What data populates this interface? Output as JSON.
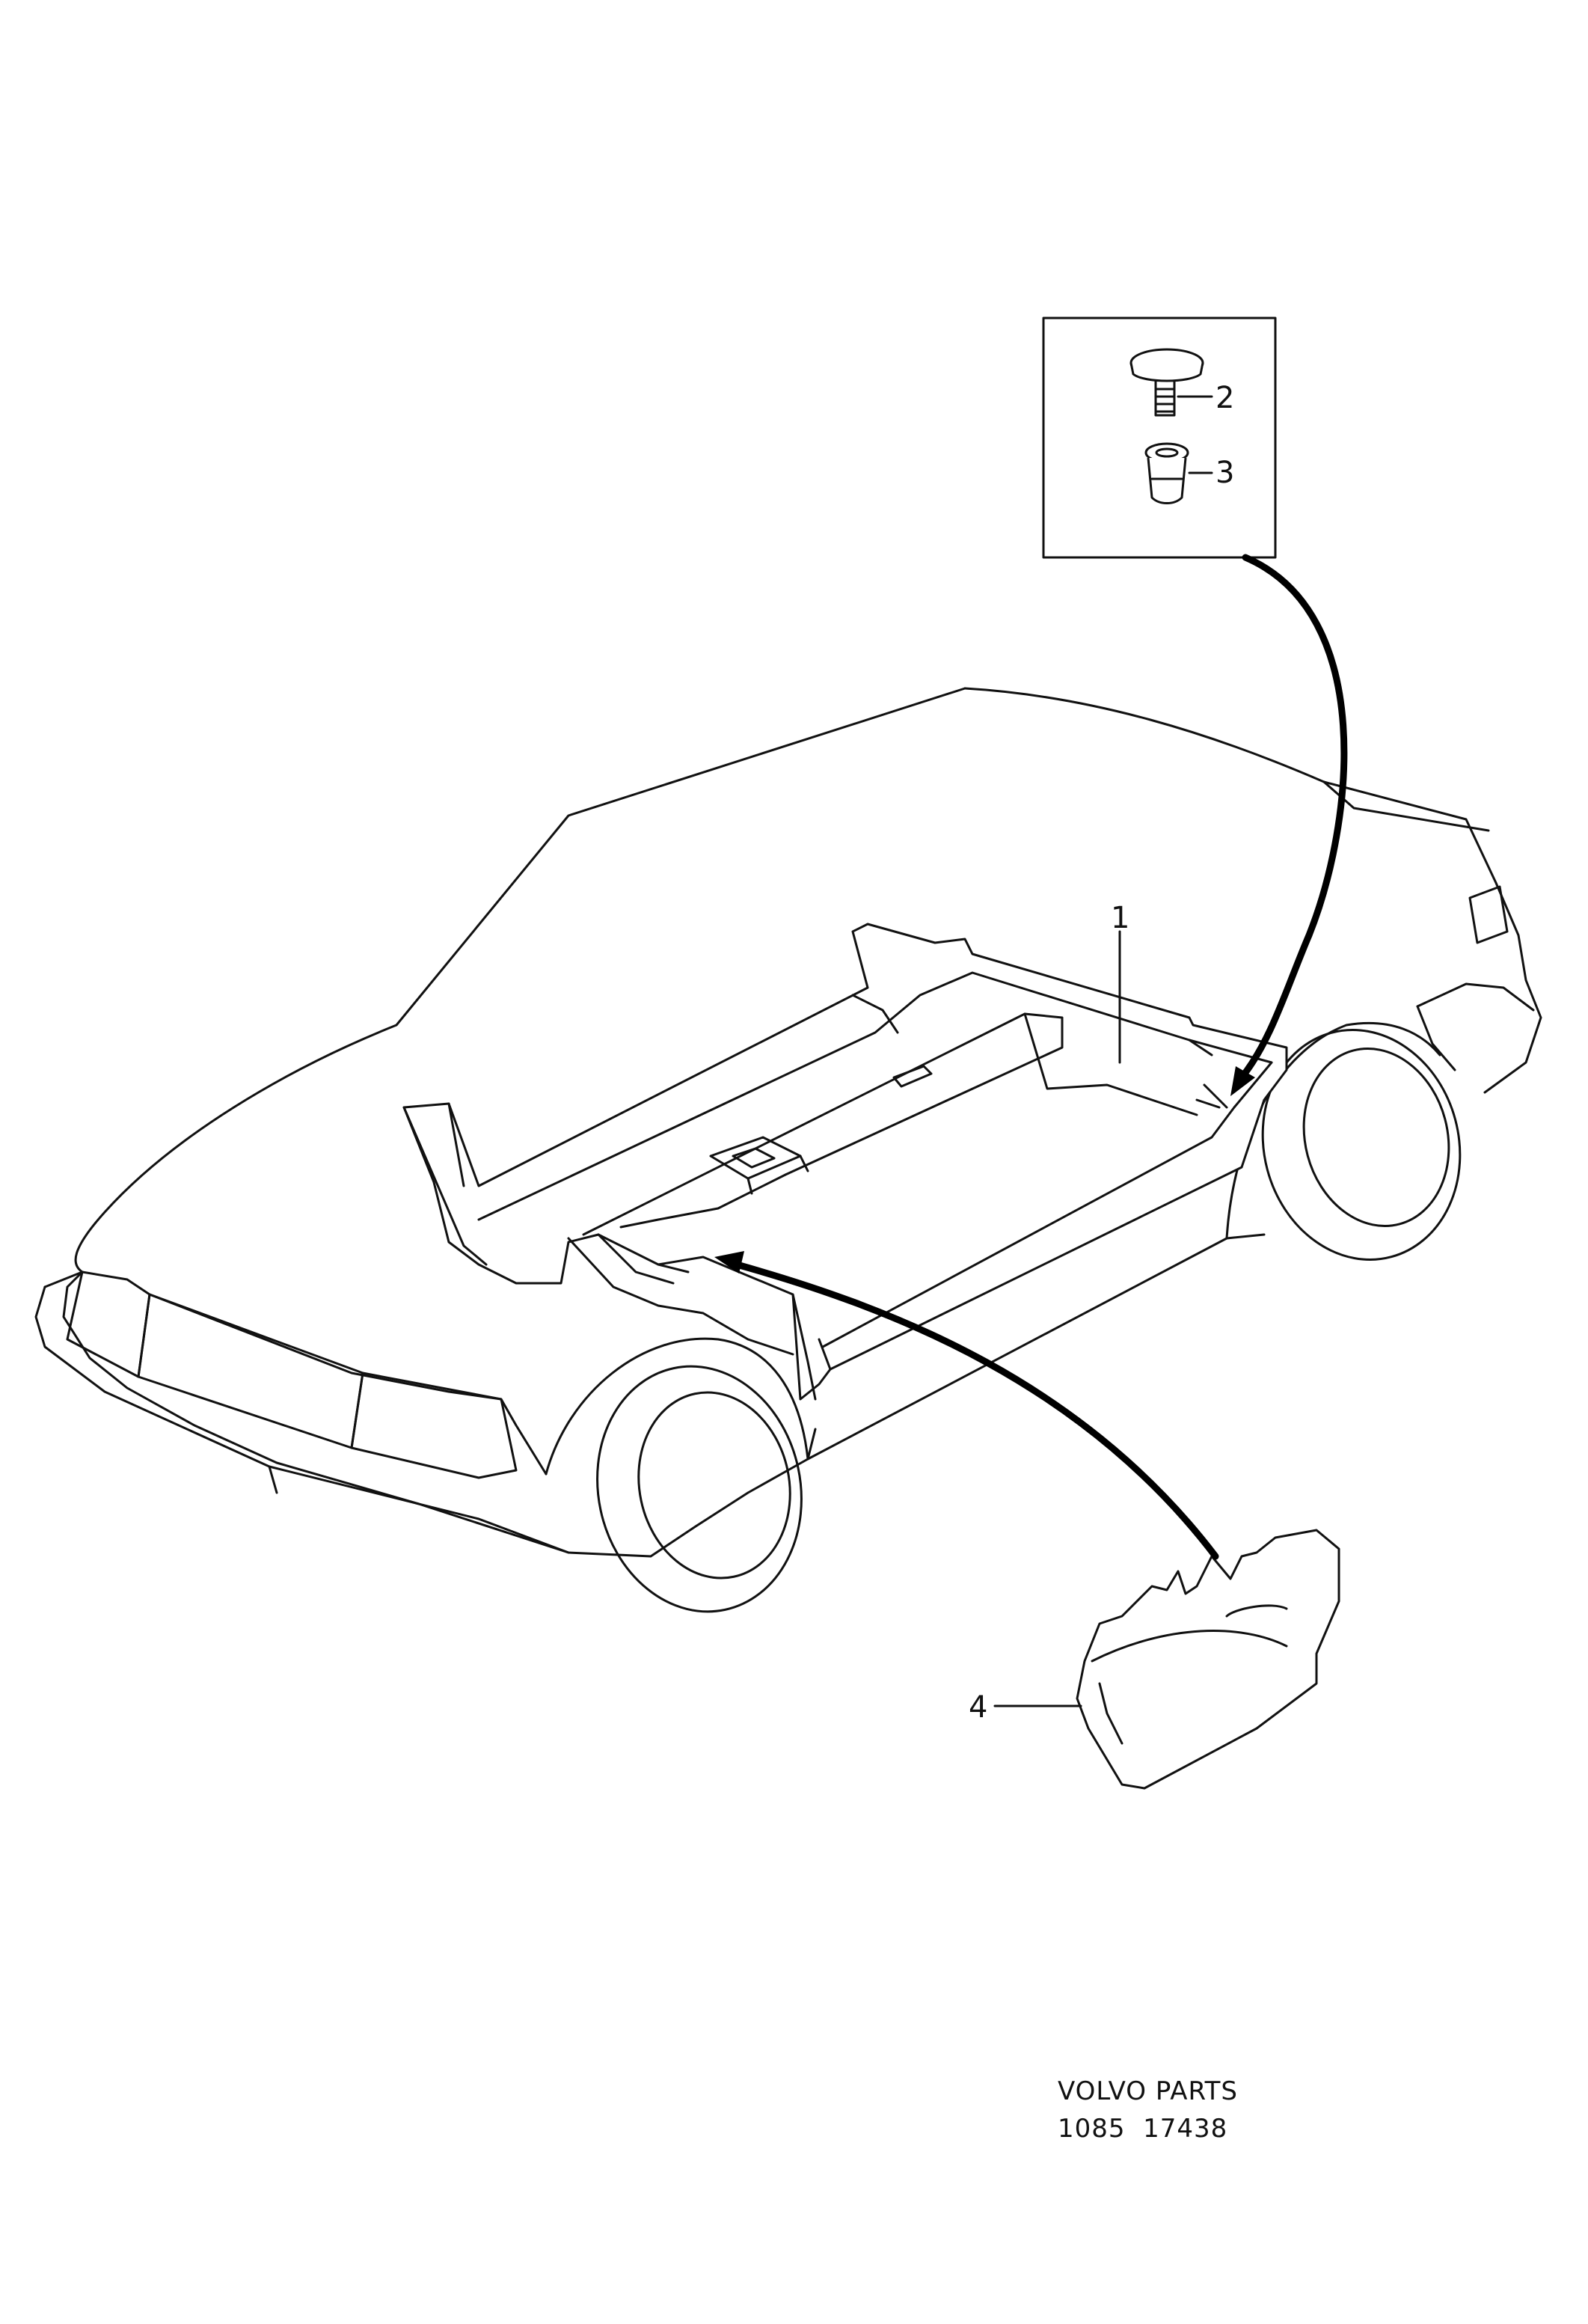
{
  "callouts": [
    {
      "id": "1",
      "label": "1"
    },
    {
      "id": "2",
      "label": "2"
    },
    {
      "id": "3",
      "label": "3"
    },
    {
      "id": "4",
      "label": "4"
    }
  ],
  "footer": {
    "brand": "VOLVO PARTS",
    "code": "1085  17438"
  }
}
